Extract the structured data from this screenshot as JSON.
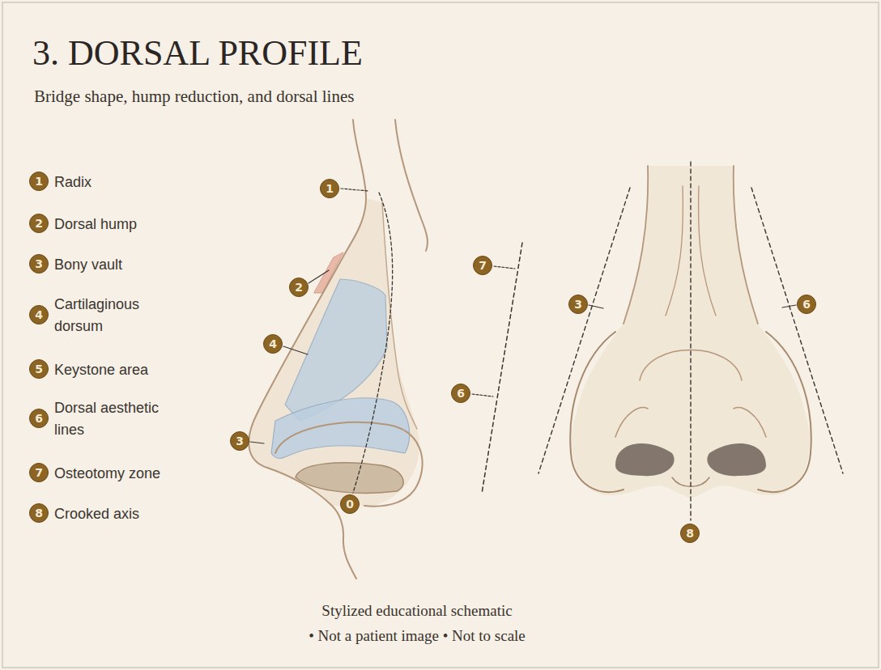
{
  "diagram": {
    "title": "3. DORSAL PROFILE",
    "nodes": [
      {
        "text": [
          "1",
          "Radix"
        ]
      },
      {
        "text": [
          "2",
          "Dorsal hump"
        ]
      },
      {
        "text": [
          "3",
          "Bony vault"
        ]
      },
      {
        "text": [
          "4",
          "Cartilaginous dorsum"
        ]
      },
      {
        "text": [
          "5",
          "Keystone area"
        ]
      },
      {
        "text": [
          "6",
          "Dorsal aesthetic lines"
        ]
      },
      {
        "text": [
          "7",
          "Osteotomy zone"
        ]
      },
      {
        "text": [
          "8",
          "Crooked axis"
        ]
      },
      {
        "text": [
          "1"
        ]
      },
      {
        "text": [
          "2"
        ]
      },
      {
        "text": [
          "4"
        ]
      },
      {
        "text": [
          "3"
        ]
      },
      {
        "text": [
          "0"
        ]
      },
      {
        "text": [
          "7"
        ]
      },
      {
        "text": [
          "6"
        ]
      },
      {
        "text": [
          "3"
        ]
      },
      {
        "text": [
          "6"
        ]
      },
      {
        "text": [
          "8"
        ]
      }
    ],
    "labels": [
      "Bridge shape, hump reduction, and dorsal lines",
      "Stylized educational schematic",
      "• Not a patient image • Not to scale"
    ]
  }
}
